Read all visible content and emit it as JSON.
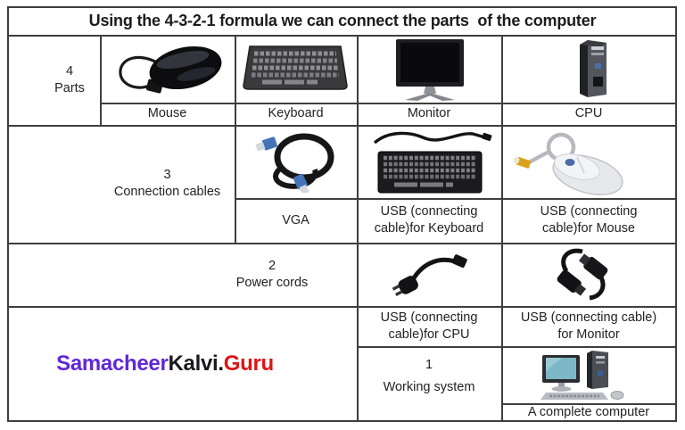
{
  "title": "Using the 4-3-2-1 formula we can connect the parts  of the computer",
  "sections": {
    "parts": {
      "count": "4",
      "label": "Parts",
      "items": [
        "Mouse",
        "Keyboard",
        "Monitor",
        "CPU"
      ]
    },
    "connection_cables": {
      "count": "3",
      "label": "Connection cables",
      "items": [
        "VGA",
        "USB (connecting cable)for Keyboard",
        "USB (connecting cable)for Mouse"
      ]
    },
    "power_cords": {
      "count": "2",
      "label": "Power cords",
      "items": [
        "USB (connecting cable)for CPU",
        "USB (connecting cable) for Monitor"
      ]
    },
    "working_system": {
      "count": "1",
      "label": "Working system",
      "items": [
        "A complete computer"
      ]
    }
  },
  "watermark": {
    "segments": [
      {
        "text": "Samacheer",
        "color": "#6128d6"
      },
      {
        "text": "Kalvi.",
        "color": "#1a1a1e"
      },
      {
        "text": "Guru",
        "color": "#e01313"
      }
    ]
  },
  "images": {
    "black_mouse": "black wired mouse photo",
    "keyboard": "black keyboard photo",
    "monitor": "black LCD monitor photo",
    "cpu_tower": "CPU tower cabinet photo",
    "vga_cable": "coiled VGA cable photo",
    "usb_keyboard_cable": "keyboard with USB cable photo",
    "usb_mouse_cable": "white mouse with USB cable photo",
    "power_cord_plug": "power cord with wall plug photo",
    "power_cord_connectors": "power cord connectors photo",
    "complete_computer": "assembled desktop computer photo"
  },
  "colors": {
    "border": "#3e3e3e",
    "text": "#232323",
    "background": "#ffffff"
  }
}
